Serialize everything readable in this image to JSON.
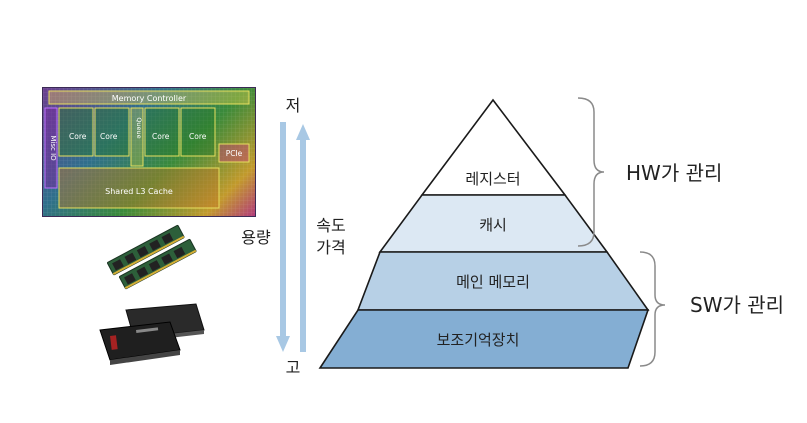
{
  "cpu_image": {
    "labels": {
      "memory_controller": "Memory Controller",
      "misc_io": "Misc IO",
      "core": "Core",
      "queue": "Queue",
      "pcie": "PCIe",
      "l3_cache": "Shared L3 Cache"
    }
  },
  "axis": {
    "top_label": "저",
    "bottom_label": "고",
    "left_label": "용량",
    "right_label_line1": "속도",
    "right_label_line2": "가격"
  },
  "pyramid": {
    "levels": [
      {
        "label": "레지스터",
        "color": "#ffffff"
      },
      {
        "label": "캐시",
        "color": "#dce8f3"
      },
      {
        "label": "메인 메모리",
        "color": "#b7d0e6"
      },
      {
        "label": "보조기억장치",
        "color": "#84aed3"
      }
    ]
  },
  "brackets": {
    "hw": "HW가 관리",
    "sw": "SW가 관리"
  },
  "colors": {
    "arrow": "#a8c8e4",
    "outline": "#1a1a1a",
    "bracket": "#8a8a8a"
  }
}
